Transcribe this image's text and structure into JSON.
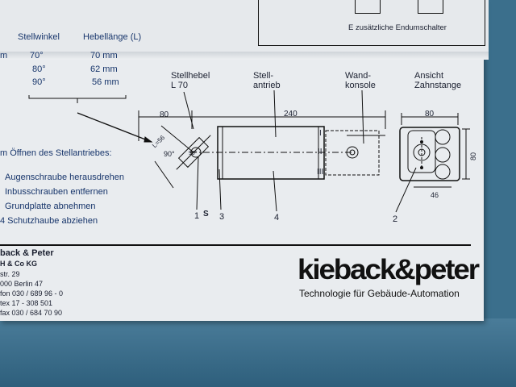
{
  "top_box": {
    "caption": "E zusätzliche Endumschalter"
  },
  "table": {
    "header_angle": "Stellwinkel",
    "header_length": "Hebellänge (L)",
    "unit_cut": "m",
    "rows": [
      {
        "angle": "70°",
        "length": "70 mm"
      },
      {
        "angle": "80°",
        "length": "62 mm"
      },
      {
        "angle": "90°",
        "length": "56 mm"
      }
    ]
  },
  "drawing": {
    "label_lever": "Stellhebel",
    "label_lever_size": "L 70",
    "label_drive_1": "Stell-",
    "label_drive_2": "antrieb",
    "label_console_1": "Wand-",
    "label_console_2": "konsole",
    "label_view_1": "Ansicht",
    "label_view_2": "Zahnstange",
    "dim_80": "80",
    "dim_240": "240",
    "dim_80_right": "80",
    "dim_80_vertical": "80",
    "dim_46": "46",
    "dim_L56": "L=56",
    "dim_90deg": "90°",
    "dim_90deg_small": "90°",
    "pos_I": "I",
    "pos_II": "II",
    "pos_III": "III",
    "callout_1": "1",
    "callout_s": "S",
    "callout_3": "3",
    "callout_4": "4",
    "callout_2": "2"
  },
  "instructions": {
    "title": "m Öffnen des Stellantriebes:",
    "steps": [
      "Augenschraube herausdrehen",
      "Inbusschrauben entfernen",
      "Grundplatte abnehmen",
      "4 Schutzhaube abziehen"
    ]
  },
  "address": {
    "lines": [
      "back & Peter",
      "H & Co KG",
      "str. 29",
      "000 Berlin 47",
      "fon 030 / 689 96 - 0",
      "tex 17 - 308 501",
      "fax 030 / 684 70 90"
    ]
  },
  "branding": {
    "logo": "kieback&peter",
    "tagline": "Technologie für Gebäude-Automation"
  }
}
